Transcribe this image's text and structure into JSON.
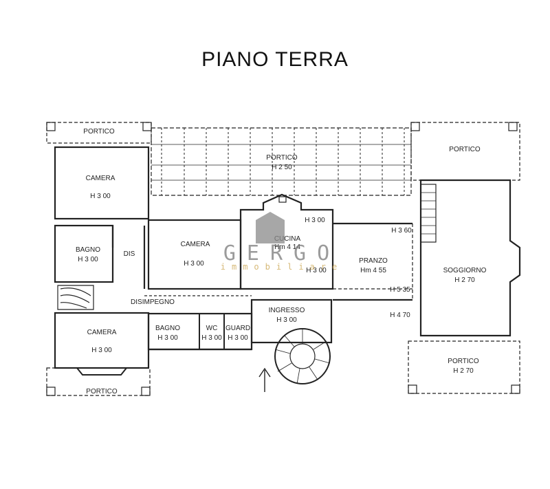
{
  "title": "PIANO TERRA",
  "watermark": {
    "brand": "GERGO",
    "tagline": "immobiliare",
    "color": "#7a7a7a",
    "accent": "#c9a24a"
  },
  "rooms": {
    "portico_nw": "PORTICO",
    "camera_1": "CAMERA",
    "camera_1_h": "H 3 00",
    "portico_central": "PORTICO",
    "portico_central_h": "H 2 50",
    "portico_ne": "PORTICO",
    "bagno_1": "BAGNO",
    "bagno_1_h": "H 3 00",
    "dis": "DIS",
    "camera_2": "CAMERA",
    "camera_2_h": "H 3 00",
    "cucina_h_top": "H 3 00",
    "cucina": "CUCINA",
    "cucina_hm": "Hm 4 14",
    "cucina_h": "H 3 00",
    "h360": "H 3 60",
    "pranzo": "PRANZO",
    "pranzo_hm": "Hm 4 55",
    "h535": "H 5 35",
    "soggiorno": "SOGGIORNO",
    "soggiorno_h": "H 2 70",
    "disimpegno": "DISIMPEGNO",
    "ingresso": "INGRESSO",
    "ingresso_h": "H 3 00",
    "h470": "H 4 70",
    "camera_3": "CAMERA",
    "camera_3_h": "H 3 00",
    "bagno_2": "BAGNO",
    "bagno_2_h": "H 3 00",
    "wc": "WC",
    "wc_h": "H 3 00",
    "guard": "GUARD",
    "guard_h": "H 3 00",
    "portico_se": "PORTICO",
    "portico_se_h": "H 2 70",
    "portico_sw": "PORTICO"
  }
}
